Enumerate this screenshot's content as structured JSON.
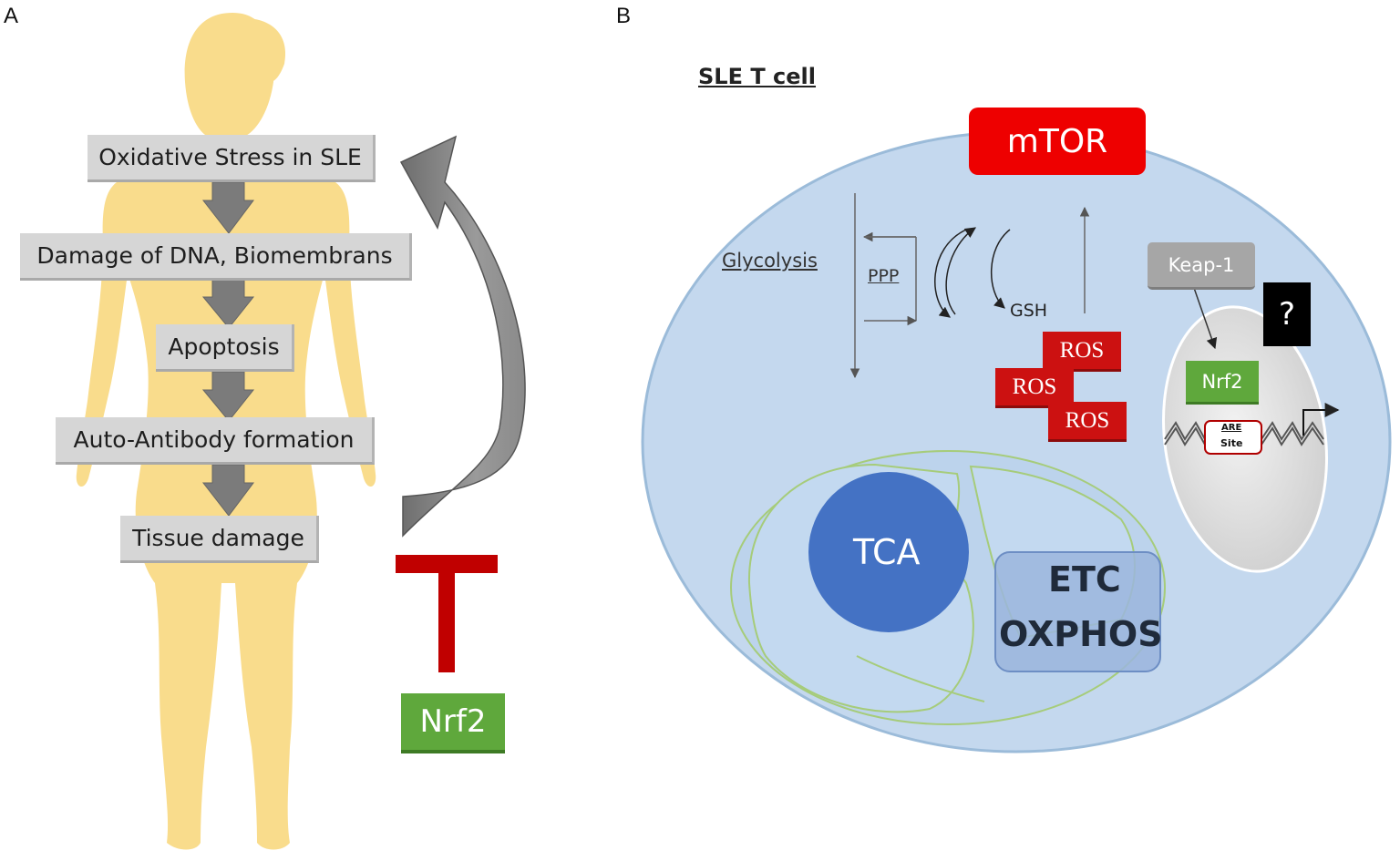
{
  "panel_a": {
    "label": "A",
    "steps": [
      "Oxidative Stress in SLE",
      "Damage of DNA, Biomembrans",
      "Apoptosis",
      "Auto-Antibody formation",
      "Tissue damage"
    ],
    "inhibitor_label": "Nrf2"
  },
  "panel_b": {
    "label": "B",
    "title": "SLE T cell",
    "mtor": "mTOR",
    "glycolysis": "Glycolysis",
    "ppp": "PPP",
    "gsh": "GSH",
    "ros": [
      "ROS",
      "ROS",
      "ROS"
    ],
    "keap": "Keap-1",
    "nrf2": "Nrf2",
    "question": "?",
    "are_line1": "ARE",
    "are_line2": "Site",
    "tca": "TCA",
    "etc_line1": "ETC",
    "etc_line2": "OXPHOS"
  },
  "colors": {
    "body": "#f9dc8c",
    "cell_fill": "#c4d8ee",
    "mtor": "#ee0000",
    "ros": "#cc1111",
    "nrf2": "#5fa83c",
    "tca": "#4472c4",
    "inhibit_bar": "#c00000"
  }
}
